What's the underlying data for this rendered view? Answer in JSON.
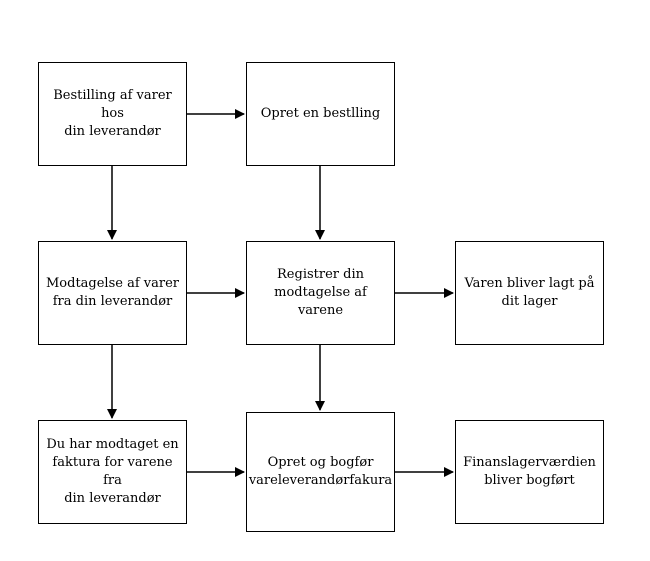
{
  "nodes": {
    "order_goods": {
      "label": "Bestilling af varer hos\ndin leverandør"
    },
    "create_order": {
      "label": "Opret en bestlling"
    },
    "receive_goods": {
      "label": "Modtagelse af varer\nfra din leverandør"
    },
    "register_receipt": {
      "label": "Registrer din\nmodtagelse af varene"
    },
    "goods_in_stock": {
      "label": "Varen bliver lagt på\ndit lager"
    },
    "invoice_received": {
      "label": "Du har modtaget en\nfaktura for varene fra\ndin leverandør"
    },
    "post_invoice": {
      "label": "Opret og bogfør\nvareleverandørfakura"
    },
    "inventory_value_posted": {
      "label": "Finanslagerværdien\nbliver bogført"
    }
  },
  "edges": [
    {
      "from": "order_goods",
      "to": "create_order"
    },
    {
      "from": "order_goods",
      "to": "receive_goods"
    },
    {
      "from": "create_order",
      "to": "register_receipt"
    },
    {
      "from": "receive_goods",
      "to": "register_receipt"
    },
    {
      "from": "register_receipt",
      "to": "goods_in_stock"
    },
    {
      "from": "receive_goods",
      "to": "invoice_received"
    },
    {
      "from": "register_receipt",
      "to": "post_invoice"
    },
    {
      "from": "invoice_received",
      "to": "post_invoice"
    },
    {
      "from": "post_invoice",
      "to": "inventory_value_posted"
    }
  ]
}
